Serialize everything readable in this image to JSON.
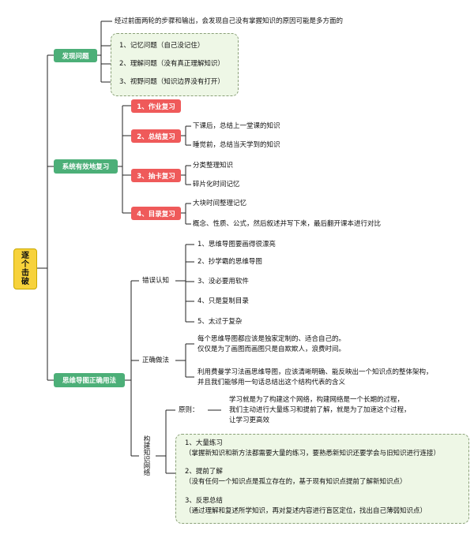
{
  "root": {
    "label": "逐个击破"
  },
  "branches": {
    "find_problem": {
      "label": "发现问题",
      "intro": "经过前面两轮的步骤和输出，会发现自己没有掌握知识的原因可能是多方面的",
      "items": [
        "1、记忆问题（自己没记住）",
        "2、理解问题（没有真正理解知识）",
        "3、视野问题（知识边界没有打开）"
      ]
    },
    "systematic_review": {
      "label": "系统有效地复习",
      "items": [
        {
          "label": "1、作业复习",
          "details": []
        },
        {
          "label": "2、总结复习",
          "details": [
            "下课后，总结上一堂课的知识",
            "睡觉前，总结当天学到的知识"
          ]
        },
        {
          "label": "3、抽卡复习",
          "details": [
            "分类整理知识",
            "碎片化时间记忆"
          ]
        },
        {
          "label": "4、目录复习",
          "details": [
            "大块时间整理记忆",
            "概念、性质、公式，然后叙述并写下来，最后翻开课本进行对比"
          ]
        }
      ]
    },
    "mindmap": {
      "label": "思维导图正确用法",
      "misconceptions": {
        "label": "错误认知",
        "items": [
          "1、思维导图要画得很漂亮",
          "2、抄学霸的思维导图",
          "3、没必要用软件",
          "4、只是复制目录",
          "5、太过于复杂"
        ]
      },
      "correct": {
        "label": "正确做法",
        "para1": [
          "每个思维导图都应该是独家定制的、适合自己的。",
          "仅仅是为了画图而画图只是自欺欺人，浪费时间。"
        ],
        "para2": [
          "利用费曼学习法画思维导图，应该清晰明确、能反映出一个知识点的整体架构，",
          "并且我们能够用一句话总结出这个结构代表的含义"
        ]
      },
      "network": {
        "label": "构建知识网络",
        "principle_label": "原则：",
        "principle": [
          "学习就是为了构建这个网络，构建网络是一个长期的过程，",
          "我们主动进行大量练习和提前了解，就是为了加速这个过程，",
          "让学习更高效"
        ],
        "items": [
          {
            "title": "1、大量练习",
            "desc": "（掌握新知识和新方法都需要大量的练习，要熟悉新知识还要学会与旧知识进行连接）"
          },
          {
            "title": "2、提前了解",
            "desc": "（没有任何一个知识点是孤立存在的，基于现有知识点提前了解新知识点）"
          },
          {
            "title": "3、反思总结",
            "desc": "（通过理解和复述所学知识，再对复述内容进行盲区定位，找出自己薄弱知识点）"
          }
        ]
      }
    }
  },
  "colors": {
    "root": "#f7d23b",
    "branch": "#4caf78",
    "review": "#ef5a5a",
    "box": "#eef7e6"
  }
}
